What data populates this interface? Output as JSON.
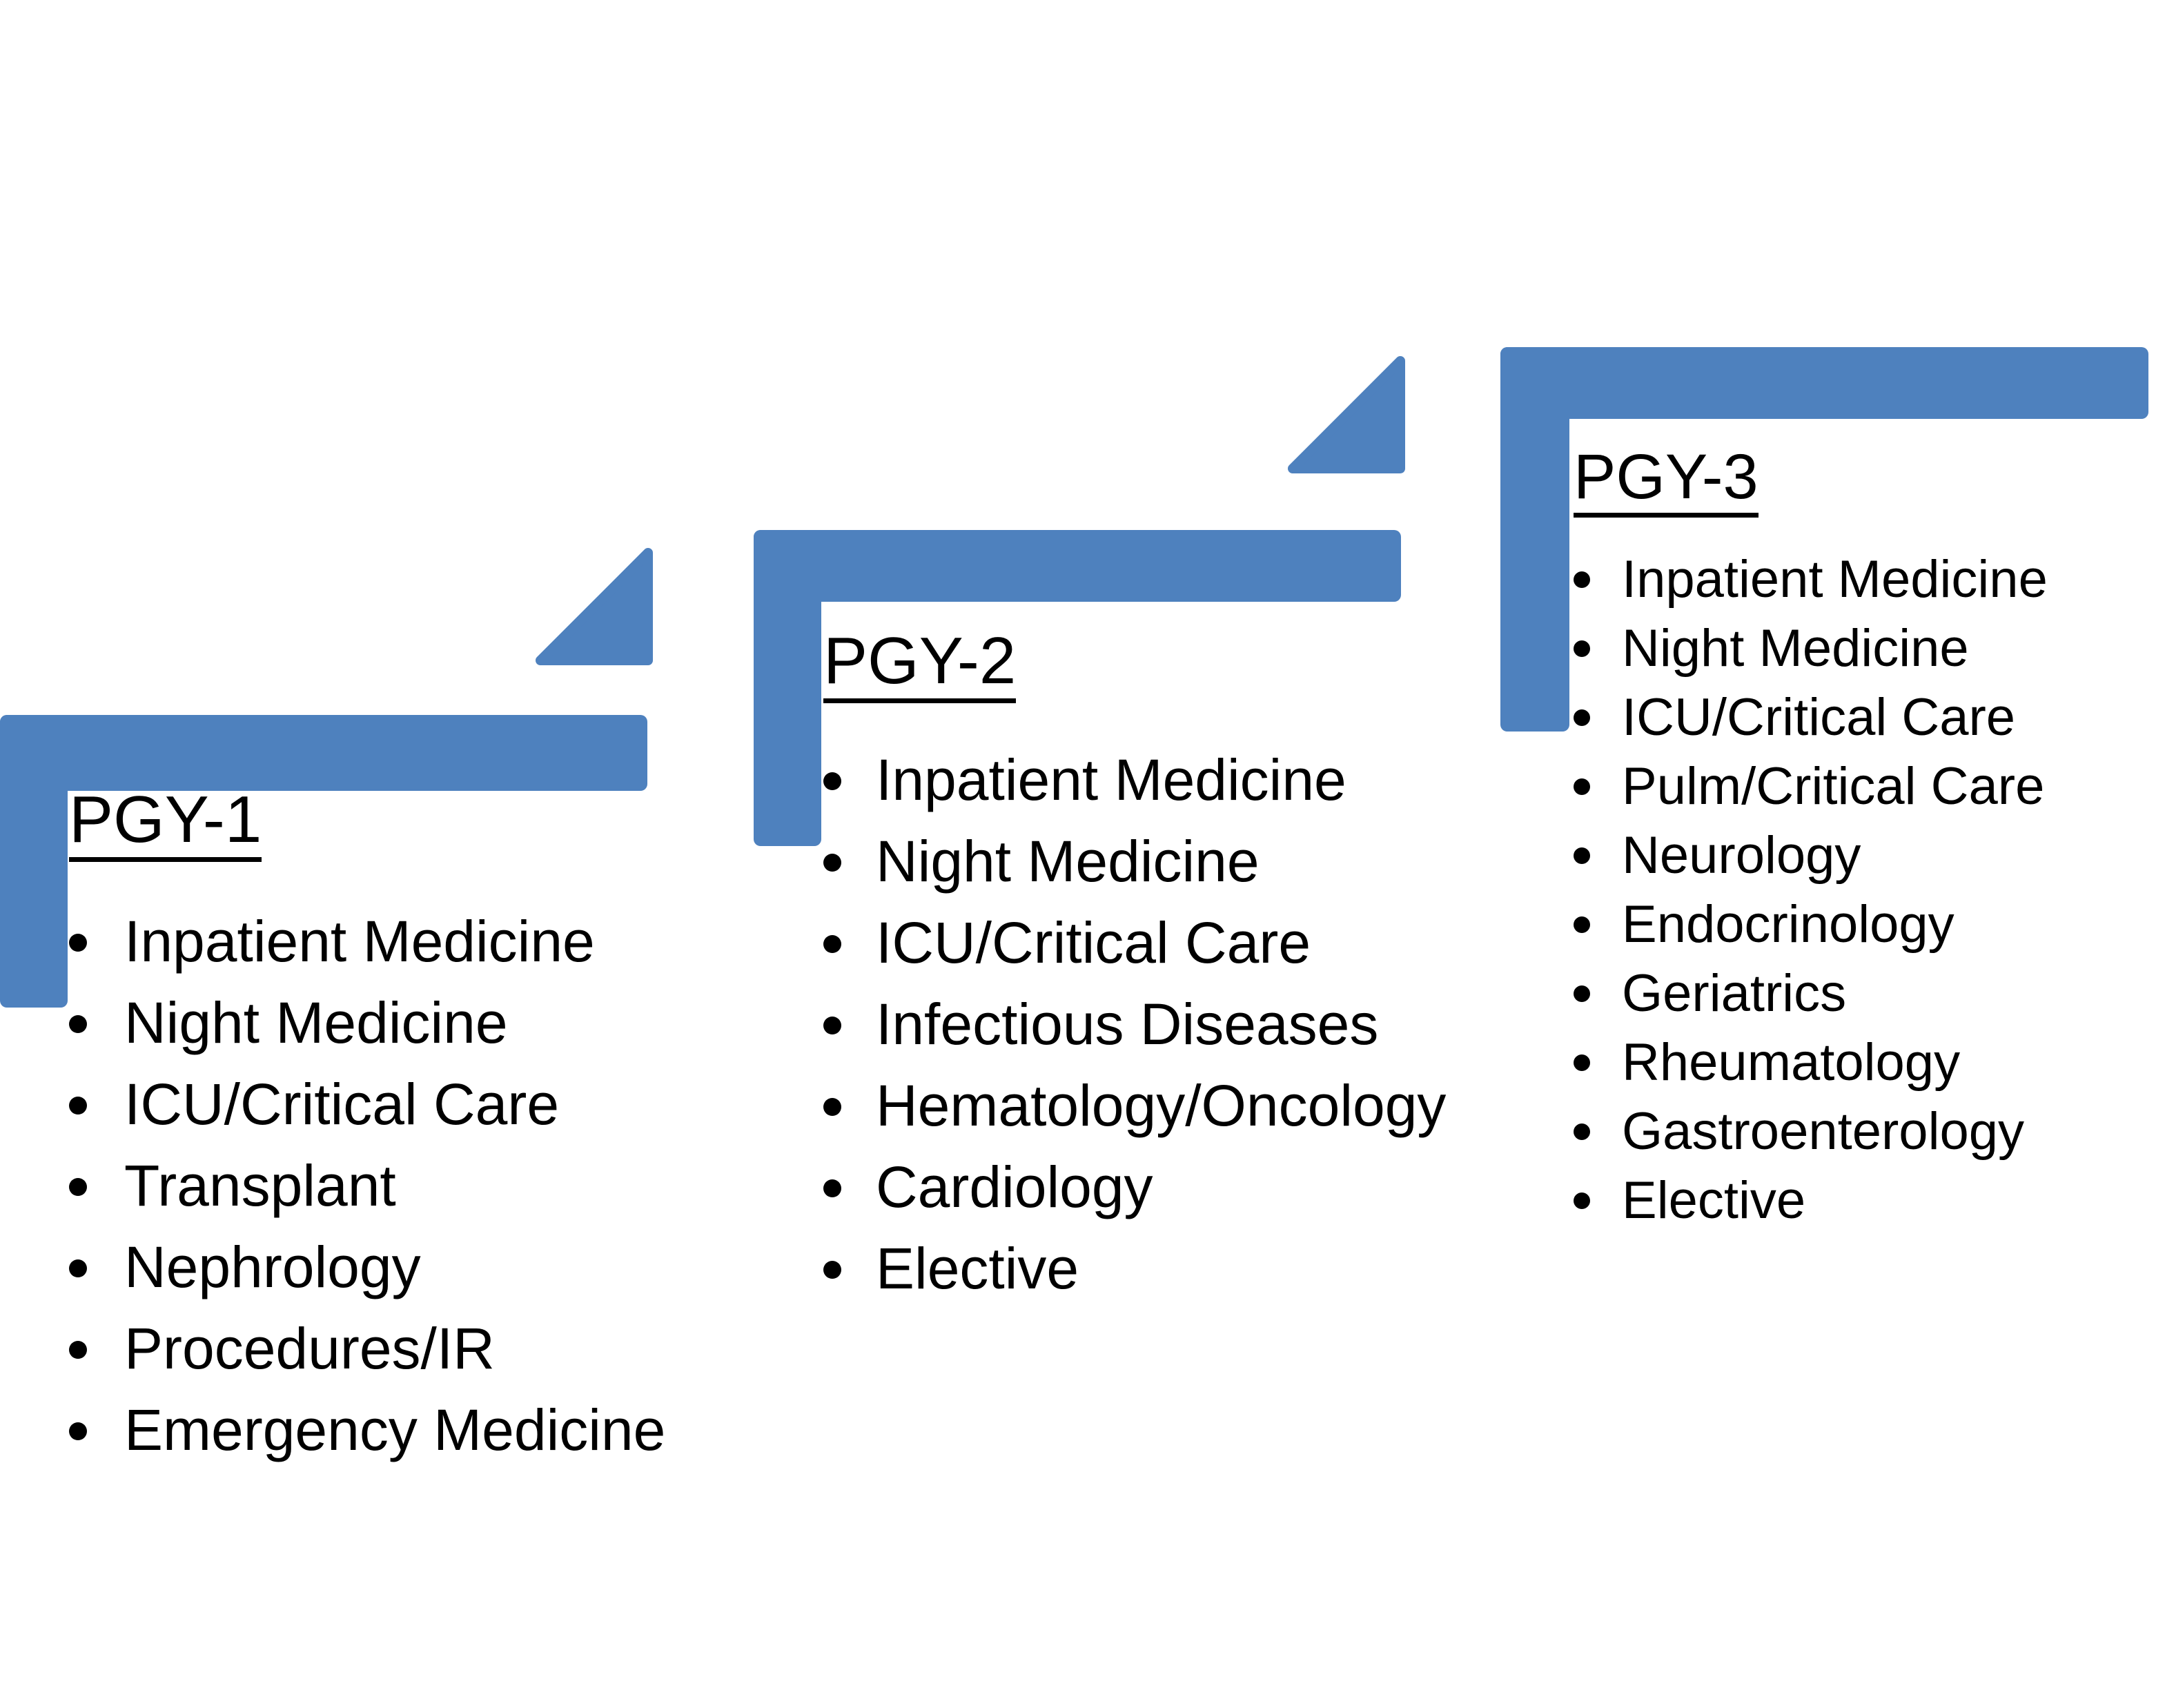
{
  "diagram": {
    "type": "stair-step-progression",
    "accent_color": "#4E81BE",
    "text_color": "#000000",
    "background_color": "#FFFFFF",
    "stages": [
      {
        "id": "pgy1",
        "heading": "PGY-1",
        "items": [
          "Inpatient Medicine",
          "Night Medicine",
          "ICU/Critical Care",
          "Transplant",
          "Nephrology",
          "Procedures/IR",
          "Emergency Medicine"
        ]
      },
      {
        "id": "pgy2",
        "heading": "PGY-2",
        "items": [
          "Inpatient Medicine",
          "Night Medicine",
          "ICU/Critical Care",
          "Infectious Diseases",
          "Hematology/Oncology",
          "Cardiology",
          "Elective"
        ]
      },
      {
        "id": "pgy3",
        "heading": "PGY-3",
        "items": [
          "Inpatient Medicine",
          "Night Medicine",
          "ICU/Critical Care",
          "Pulm/Critical Care",
          "Neurology",
          "Endocrinology",
          "Geriatrics",
          "Rheumatology",
          "Gastroenterology",
          "Elective"
        ]
      }
    ],
    "connectors": [
      {
        "id": "wedge-1-to-2",
        "shape": "ascending-right-triangle"
      },
      {
        "id": "wedge-2-to-3",
        "shape": "ascending-right-triangle"
      }
    ]
  }
}
